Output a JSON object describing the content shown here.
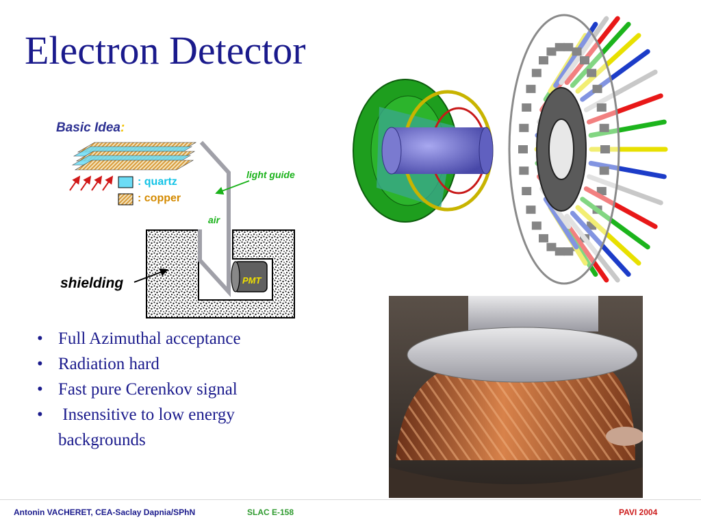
{
  "slide": {
    "title": "Electron Detector"
  },
  "diagram": {
    "heading": "Basic Idea",
    "heading_colon": ":",
    "legend": {
      "quartz": ": quartz",
      "copper": ": copper"
    },
    "labels": {
      "light_guide": "light guide",
      "air": "air",
      "pmt": "PMT",
      "shielding": "shielding"
    },
    "colors": {
      "quartz": "#6cdcf5",
      "copper": "#e0b060",
      "guide": "#a0a0a8",
      "arrows": "#d01818",
      "green": "#1ab21a"
    }
  },
  "bullets": [
    "Full Azimuthal acceptance",
    "Radiation  hard",
    "Fast pure Cerenkov signal",
    " Insensitive to low energy backgrounds"
  ],
  "footer": {
    "author": "Antonin VACHERET,  CEA-Saclay  Dapnia/SPhN",
    "experiment": "SLAC E-158",
    "conference": "PAVI 2004"
  }
}
